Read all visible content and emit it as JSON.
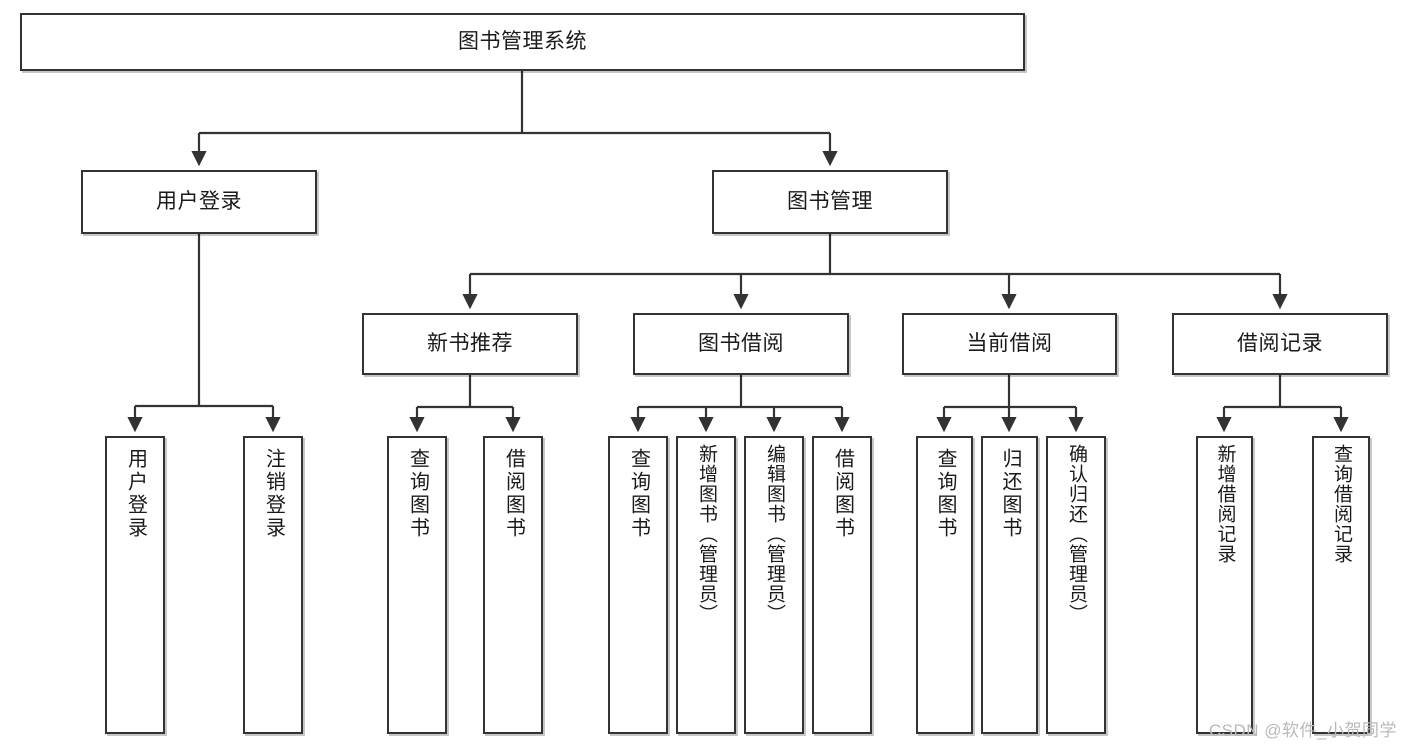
{
  "diagram": {
    "title": "图书管理系统",
    "type": "tree",
    "watermark": "CSDN @软件_小贺同学",
    "colors": {
      "box_border": "#333333",
      "box_fill": "#ffffff",
      "connector": "#333333",
      "text": "#1a1a1a",
      "watermark": "#b9b9b9"
    }
  },
  "nodes": {
    "root": {
      "label": "图书管理系统"
    },
    "level2": [
      {
        "label": "用户登录"
      },
      {
        "label": "图书管理"
      }
    ],
    "level3": [
      {
        "label": "新书推荐"
      },
      {
        "label": "图书借阅"
      },
      {
        "label": "当前借阅"
      },
      {
        "label": "借阅记录"
      }
    ],
    "leaves": {
      "user_login": [
        {
          "label": "用户登录"
        },
        {
          "label": "注销登录"
        }
      ],
      "new_book_recommend": [
        {
          "label": "查询图书"
        },
        {
          "label": "借阅图书"
        }
      ],
      "book_borrow": [
        {
          "label": "查询图书"
        },
        {
          "label": "新增图书（管理员）"
        },
        {
          "label": "编辑图书（管理员）"
        },
        {
          "label": "借阅图书"
        }
      ],
      "current_borrow": [
        {
          "label": "查询图书"
        },
        {
          "label": "归还图书"
        },
        {
          "label": "确认归还（管理员）"
        }
      ],
      "borrow_record": [
        {
          "label": "新增借阅记录"
        },
        {
          "label": "查询借阅记录"
        }
      ]
    }
  }
}
